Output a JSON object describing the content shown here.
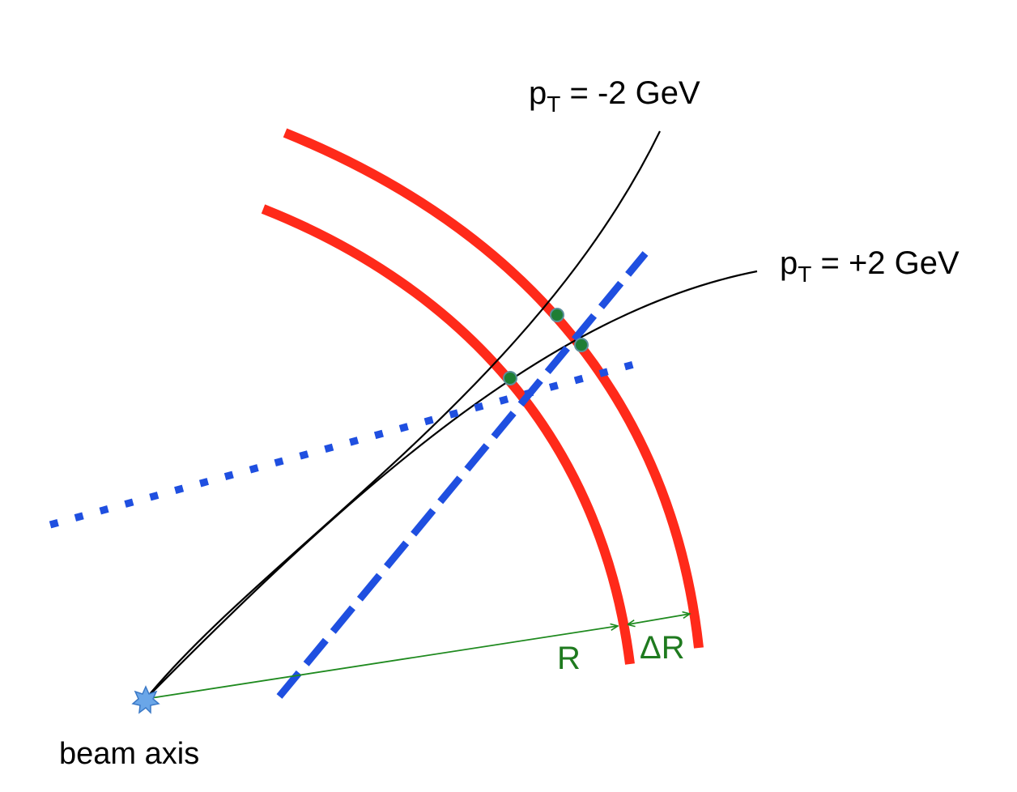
{
  "labels": {
    "track_minus": {
      "prefix": "p",
      "subscript": "T",
      "suffix": " = -2 GeV"
    },
    "track_plus": {
      "prefix": "p",
      "subscript": "T",
      "suffix": " = +2 GeV"
    },
    "radius": "R",
    "delta_radius": "ΔR",
    "beam": "beam axis"
  },
  "colors": {
    "detector_layer": "#ff2a1a",
    "track": "#000000",
    "tangent": "#1f4fe0",
    "measure": "#1f8a1f",
    "hit": "#1e7e34",
    "beam_marker": "#6aa6e8"
  }
}
